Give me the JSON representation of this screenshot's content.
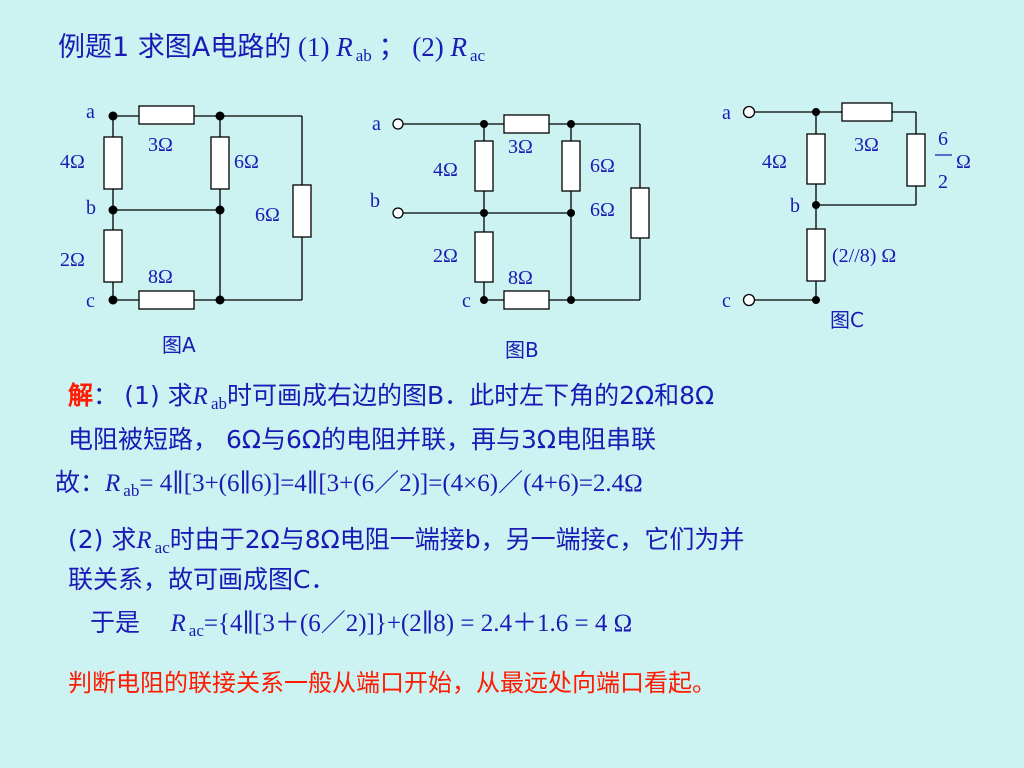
{
  "title": {
    "prefix": "例题1 求图A电路的",
    "part1": "(1)",
    "r1": "R",
    "sub1": "ab",
    "sep": "；",
    "part2": "(2)",
    "r2": "R",
    "sub2": "ac"
  },
  "figA": {
    "caption": "图A",
    "nodes": [
      "a",
      "b",
      "c"
    ],
    "resistors": [
      "3Ω",
      "4Ω",
      "6Ω",
      "6Ω",
      "2Ω",
      "8Ω"
    ]
  },
  "figB": {
    "caption": "图B",
    "nodes": [
      "a",
      "b",
      "c"
    ],
    "resistors": [
      "3Ω",
      "4Ω",
      "6Ω",
      "6Ω",
      "2Ω",
      "8Ω"
    ]
  },
  "figC": {
    "caption": "图C",
    "nodes": [
      "a",
      "b",
      "c"
    ],
    "resistors": [
      "4Ω",
      "3Ω",
      "(2//8) Ω"
    ],
    "fraction": {
      "num": "6",
      "den": "2",
      "unit": "Ω"
    }
  },
  "solution": {
    "label": "解",
    "colon": "：",
    "p1_l1_a": "(1) 求",
    "p1_l1_r": "R",
    "p1_l1_sub": "ab",
    "p1_l1_b": "时可画成右边的图B．此时左下角的2Ω和8Ω",
    "p1_l2": "电阻被短路， 6Ω与6Ω的电阻并联，再与3Ω电阻串联",
    "p1_l3_a": "故：",
    "p1_l3_r": "R",
    "p1_l3_sub": "ab",
    "p1_l3_b": "= 4∥[3+(6∥6)]=4∥[3+(6／2)]=(4×6)／(4+6)=2.4Ω",
    "p2_l1_a": "(2) 求",
    "p2_l1_r": "R",
    "p2_l1_sub": "ac",
    "p2_l1_b": "时由于2Ω与8Ω电阻一端接b，另一端接c，它们为并",
    "p2_l2": "联关系，故可画成图C．",
    "p2_l3_a": "于是",
    "p2_l3_r": "R",
    "p2_l3_sub": "ac",
    "p2_l3_b": "={4∥[3＋(6／2)]}+(2∥8) = 2.4＋1.6 = 4 Ω"
  },
  "conclusion": "判断电阻的联接关系一般从端口开始，从最远处向端口看起。"
}
